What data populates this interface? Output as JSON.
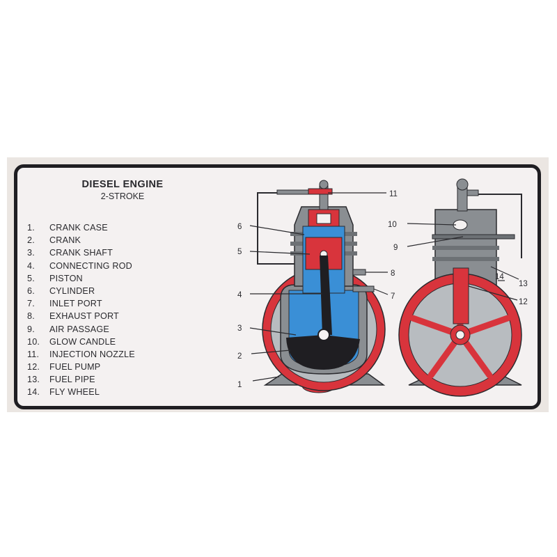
{
  "title": "DIESEL ENGINE",
  "subtitle": "2-STROKE",
  "parts": [
    {
      "number": "1.",
      "name": "CRANK CASE"
    },
    {
      "number": "2.",
      "name": "CRANK"
    },
    {
      "number": "3.",
      "name": "CRANK SHAFT"
    },
    {
      "number": "4.",
      "name": "CONNECTING ROD"
    },
    {
      "number": "5.",
      "name": "PISTON"
    },
    {
      "number": "6.",
      "name": "CYLINDER"
    },
    {
      "number": "7.",
      "name": "INLET PORT"
    },
    {
      "number": "8.",
      "name": "EXHAUST PORT"
    },
    {
      "number": "9.",
      "name": "AIR PASSAGE"
    },
    {
      "number": "10.",
      "name": "GLOW CANDLE"
    },
    {
      "number": "11.",
      "name": "INJECTION NOZZLE"
    },
    {
      "number": "12.",
      "name": "FUEL PUMP"
    },
    {
      "number": "13.",
      "name": "FUEL PIPE"
    },
    {
      "number": "14.",
      "name": "FLY WHEEL"
    }
  ],
  "callouts": {
    "c1": "1",
    "c2": "2",
    "c3": "3",
    "c4": "4",
    "c5": "5",
    "c6": "6",
    "c7": "7",
    "c8": "8",
    "c9": "9",
    "c10": "10",
    "c11": "11",
    "c12": "12",
    "c13": "13",
    "c14": "14"
  },
  "colors": {
    "red": "#d8343c",
    "blue": "#3a8fd6",
    "casing": "#8a8e92",
    "dark": "#1f1e22"
  }
}
